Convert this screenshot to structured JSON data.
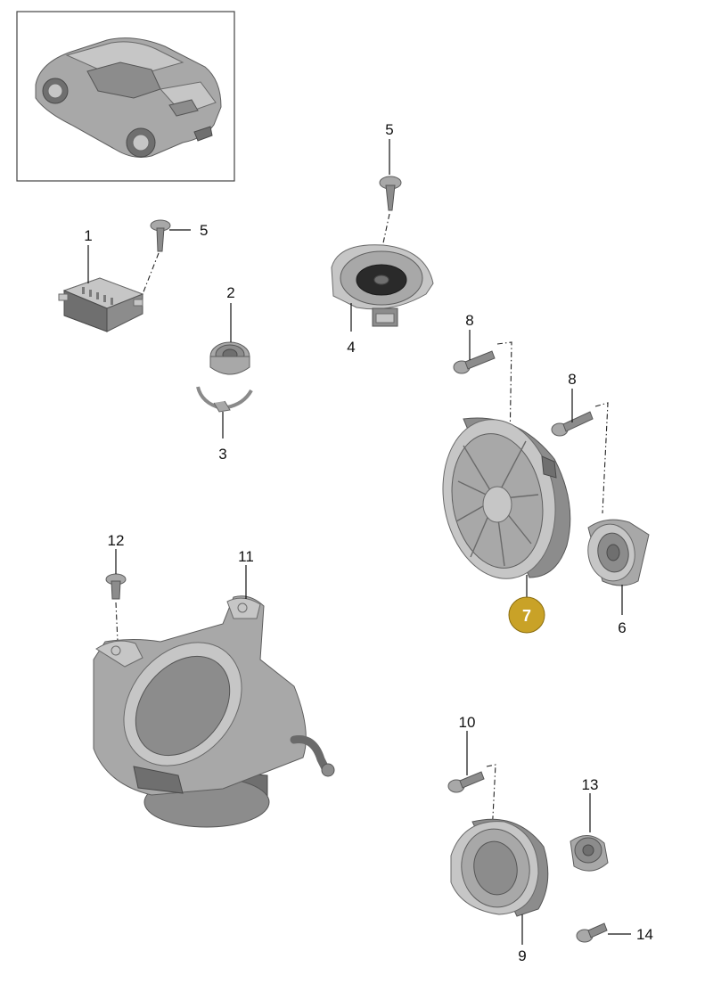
{
  "callouts": {
    "c1": "1",
    "c2": "2",
    "c3": "3",
    "c4": "4",
    "c5a": "5",
    "c5b": "5",
    "c6": "6",
    "c7": "7",
    "c8a": "8",
    "c8b": "8",
    "c9": "9",
    "c10": "10",
    "c11": "11",
    "c12": "12",
    "c13": "13",
    "c14": "14"
  },
  "highlight": {
    "item": "7",
    "color": "#c9a227",
    "text_color": "#ffffff"
  },
  "colors": {
    "line": "#111111",
    "frame": "#444444",
    "part": "#a8a8a8"
  }
}
